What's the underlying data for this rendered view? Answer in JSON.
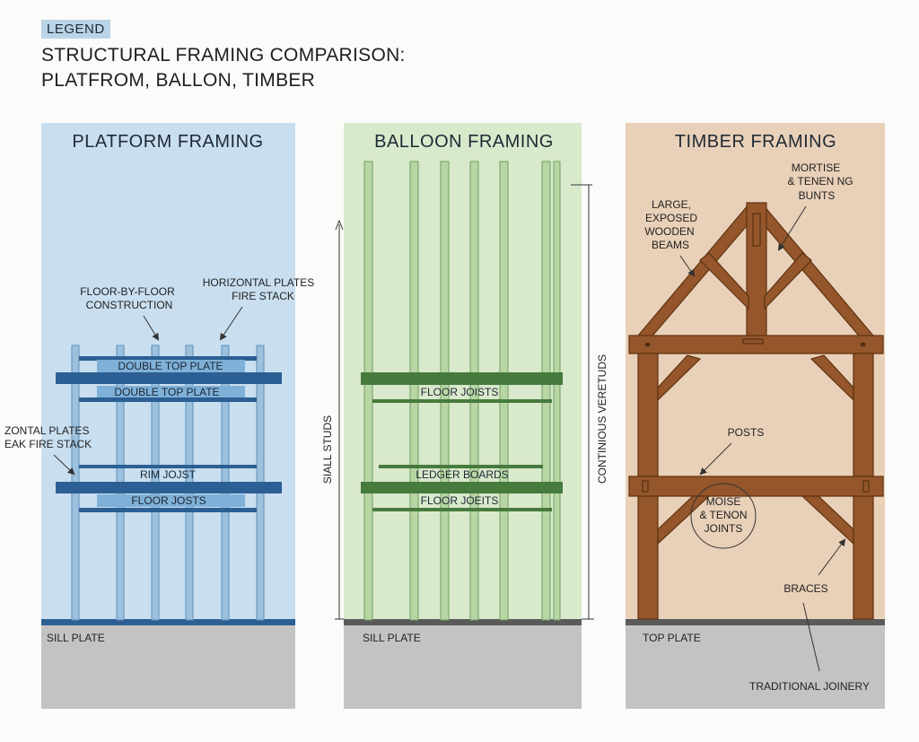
{
  "legend_tag": "LEGEND",
  "title_line1": "STRUCTURAL FRAMING COMPARISON:",
  "title_line2": "PLATFROM, BALLON, TIMBER",
  "platform": {
    "title": "PLATFORM FRAMING",
    "label_floor_by_floor_1": "FLOOR-BY-FLOOR",
    "label_floor_by_floor_2": "CONSTRUCTION",
    "label_horizontal_plates_1": "HORIZONTAL PLATES",
    "label_horizontal_plates_2": "FIRE STACK",
    "label_left_1": "ZONTAL PLATES",
    "label_left_2": "EAK FIRE STACK",
    "beam_double_top_plate_a": "DOUBLE TOP PLATE",
    "beam_double_top_plate_b": "DOUBLE TOP PLATE",
    "beam_rim_joist": "RIM JOJST",
    "beam_floor_joists": "FLOOR JOSTS",
    "sill_label": "SILL PLATE",
    "color_bg": "#c9dff0",
    "color_beam": "#2c5f93"
  },
  "balloon": {
    "title": "BALLOON FRAMING",
    "beam_floor_joists": "FLOOR JOISTS",
    "beam_ledger_boards": "LEDGER BOARDS",
    "beam_floor_joists_2": "FLOOR JOEITS",
    "left_vertical": "SIALL STUDS",
    "right_vertical": "CONTINIOUS VERETUDS",
    "sill_label": "SILL PLATE",
    "color_bg": "#d9e9cc",
    "color_beam": "#477a3d"
  },
  "timber": {
    "title": "TIMBER FRAMING",
    "label_mortise_1": "MORTISE",
    "label_mortise_2": "& TENEN NG",
    "label_mortise_3": "BUNTS",
    "label_large_1": "LARGE,",
    "label_large_2": "EXPOSED",
    "label_large_3": "WOODEN",
    "label_large_4": "BEAMS",
    "label_posts": "POSTS",
    "label_joint_1": "MOISE",
    "label_joint_2": "& TENON",
    "label_joint_3": "JOINTS",
    "label_braces": "BRACES",
    "label_top_plate": "TOP PLATE",
    "label_traditional": "TRADITIONAL JOINERY",
    "color_bg": "#e9d0b8",
    "color_wood": "#94562a"
  }
}
